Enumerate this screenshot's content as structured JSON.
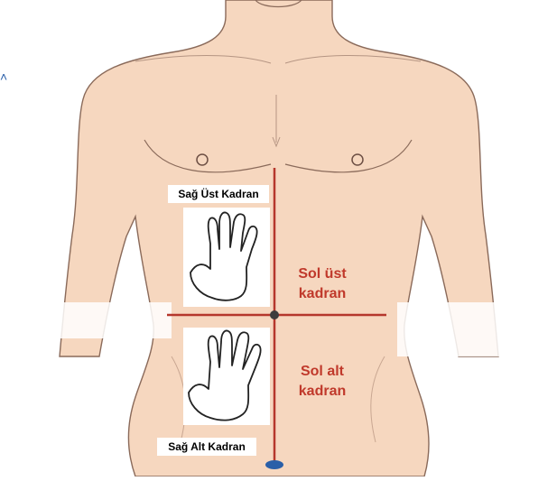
{
  "quadrants": {
    "upper_right_label": "Sağ Üst Kadran",
    "lower_right_label": "Sağ Alt Kadran",
    "upper_left_label_line1": "Sol üst",
    "upper_left_label_line2": "kadran",
    "lower_left_label_line1": "Sol alt",
    "lower_left_label_line2": "kadran"
  },
  "colors": {
    "skin": "#f6d7bf",
    "outline": "#8a6a5a",
    "divider": "#b5372c",
    "label_red": "#c0392b",
    "navel_marker": "#2a5fa8"
  },
  "icons": [
    "hand-icon"
  ]
}
